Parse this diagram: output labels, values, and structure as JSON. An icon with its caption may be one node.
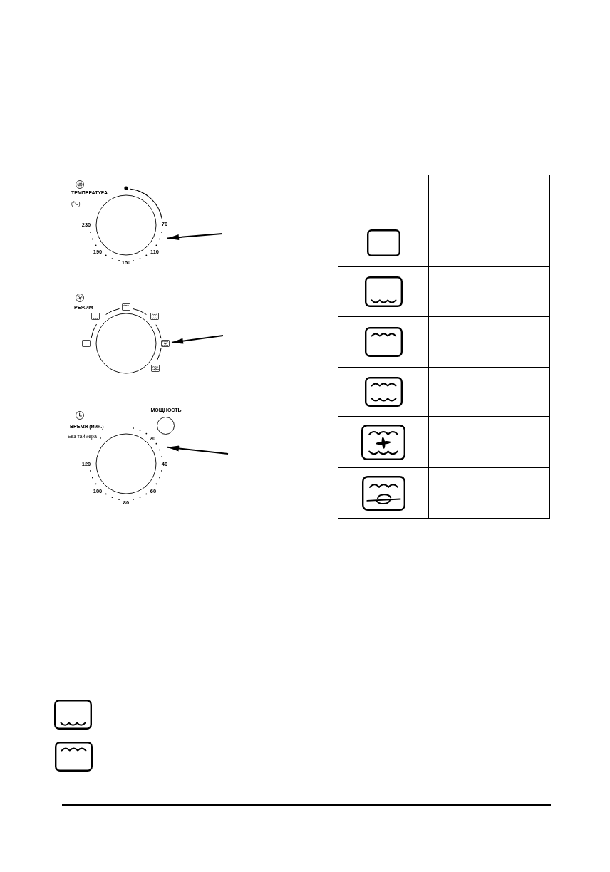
{
  "diagram": {
    "nodes": [
      {
        "text": [],
        "shape": "circle",
        "beside": [
          "ТЕМПЕРАТУРА",
          "(°C)",
          "230",
          "70",
          "190",
          "110",
          "150"
        ]
      },
      {
        "text": [],
        "shape": "circle",
        "beside": [
          "РЕЖИМ"
        ]
      },
      {
        "text": [],
        "shape": "circle",
        "beside": [
          "ВРЕМЯ (мин.)",
          "Без таймера",
          "20",
          "120",
          "40",
          "100",
          "60",
          "80"
        ]
      },
      {
        "text": [],
        "shape": "circle",
        "beside": [
          "МОЩНОСТЬ"
        ]
      }
    ],
    "edges": [
      {
        "from": null,
        "to": 0,
        "arrow": "to"
      },
      {
        "from": null,
        "to": 1,
        "arrow": "to"
      },
      {
        "from": null,
        "to": 2,
        "arrow": "to"
      }
    ]
  }
}
